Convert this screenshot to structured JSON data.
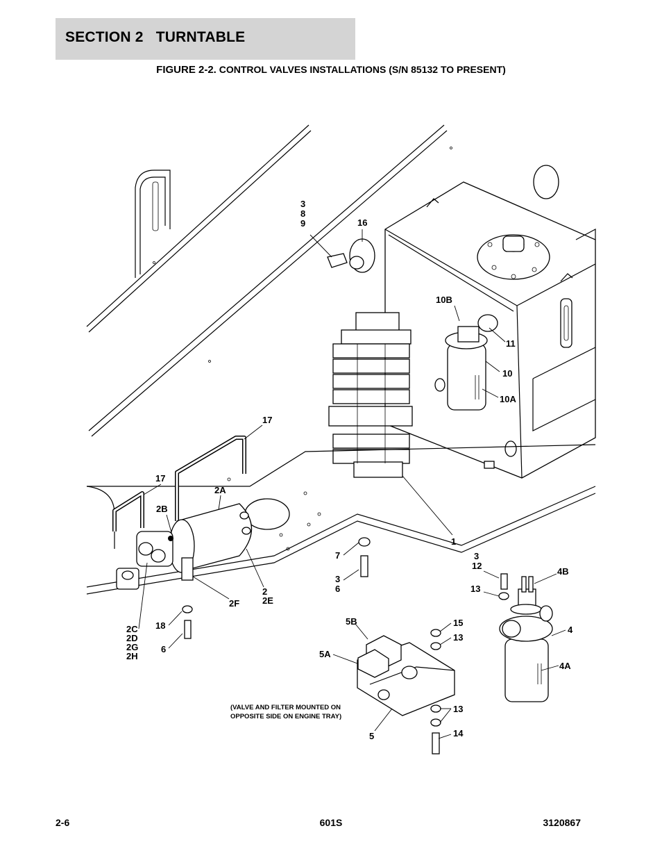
{
  "header": {
    "section": "SECTION 2   TURNTABLE"
  },
  "figure": {
    "number": "FIGURE 2-2.",
    "title": "CONTROL VALVES INSTALLATIONS (S/N 85132 TO PRESENT)"
  },
  "callouts": {
    "c_3": "3",
    "c_8": "8",
    "c_9": "9",
    "c_16": "16",
    "c_10b": "10B",
    "c_11": "11",
    "c_10": "10",
    "c_10a": "10A",
    "c_17a": "17",
    "c_17b": "17",
    "c_2a": "2A",
    "c_2b": "2B",
    "c_1": "1",
    "c_7": "7",
    "c_3b": "3",
    "c_6b": "6",
    "c_3c": "3",
    "c_12": "12",
    "c_4b": "4B",
    "c_13a": "13",
    "c_2": "2",
    "c_2e": "2E",
    "c_2f": "2F",
    "c_18": "18",
    "c_6": "6",
    "c_2c": "2C",
    "c_2d": "2D",
    "c_2g": "2G",
    "c_2h": "2H",
    "c_5b": "5B",
    "c_15": "15",
    "c_13b": "13",
    "c_4": "4",
    "c_5a": "5A",
    "c_4a": "4A",
    "c_13c": "13",
    "c_5": "5",
    "c_14": "14"
  },
  "note": {
    "line1": "(VALVE AND FILTER MOUNTED ON",
    "line2": "OPPOSITE SIDE ON ENGINE TRAY)"
  },
  "footer": {
    "left": "2-6",
    "center": "601S",
    "right": "3120867"
  }
}
